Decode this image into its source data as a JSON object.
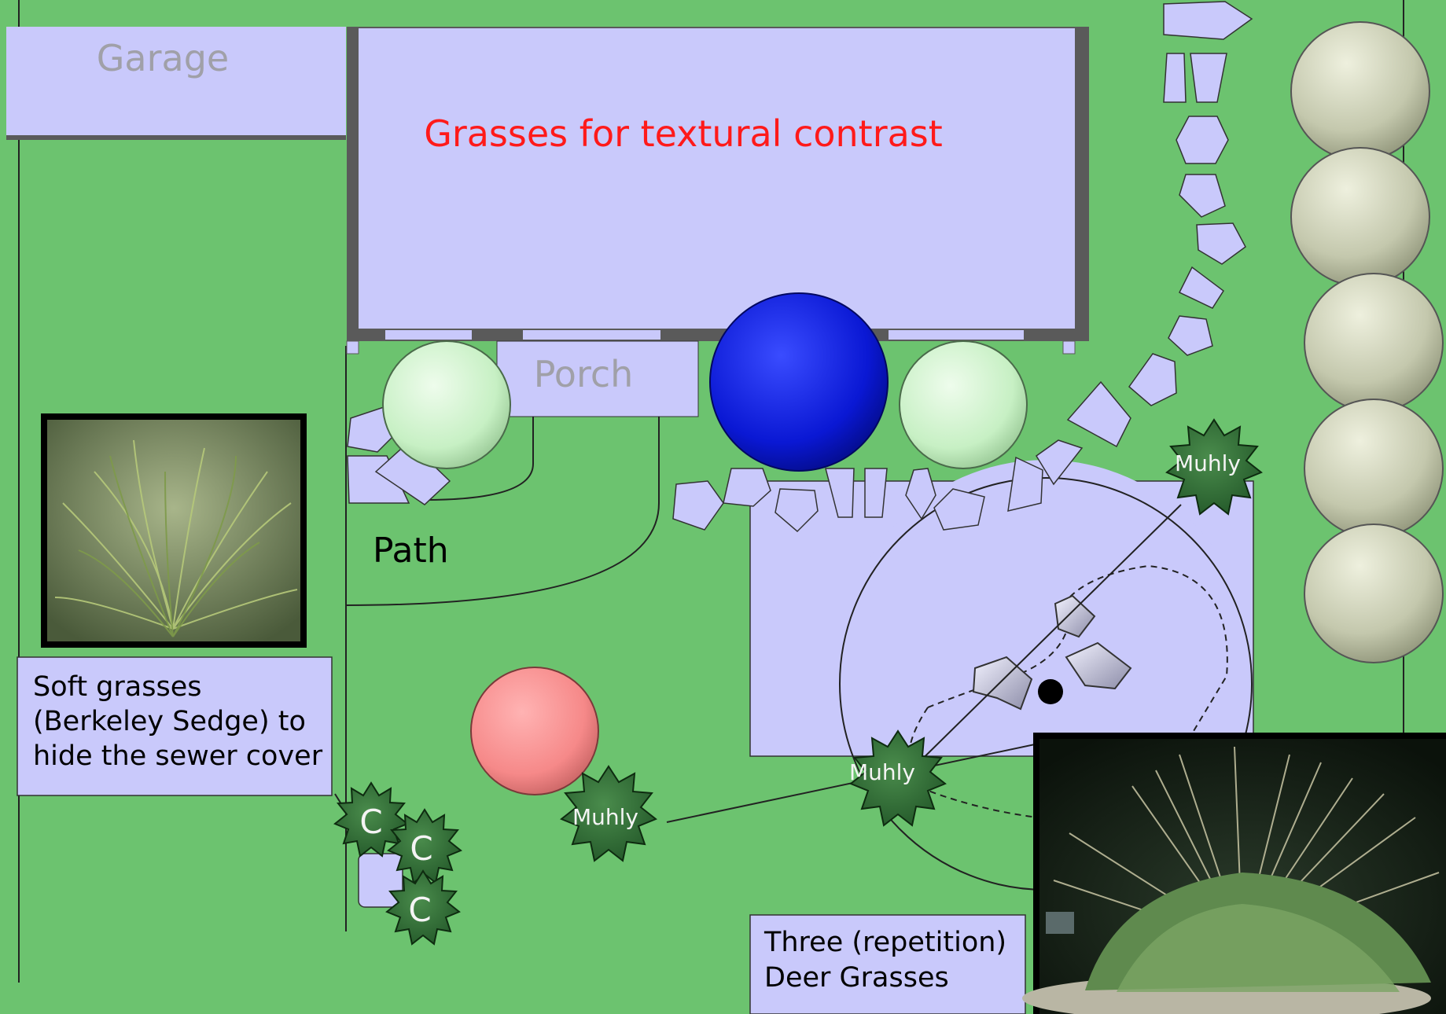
{
  "labels": {
    "garage": "Garage",
    "title": "Grasses for textural contrast",
    "porch": "Porch",
    "path": "Path",
    "soft_grasses": [
      "Soft grasses",
      "(Berkeley Sedge) to",
      "hide the sewer cover"
    ],
    "three_deer": [
      "Three (repetition)",
      "Deer Grasses"
    ],
    "muhly": "Muhly",
    "sedge": "C"
  },
  "colors": {
    "lawn": "#6cc36f",
    "structure": "#c9c9fb",
    "title_red": "#ff1a1a",
    "muted_text": "#a0a0a8",
    "dark_wall": "#5a5a5a",
    "muhly_green": "#2e6b30",
    "shrub_pale": "#c7f0c4",
    "shrub_blue": "#0a18d4",
    "shrub_pink": "#f68989",
    "tree_olive": "#c4c8ad"
  }
}
